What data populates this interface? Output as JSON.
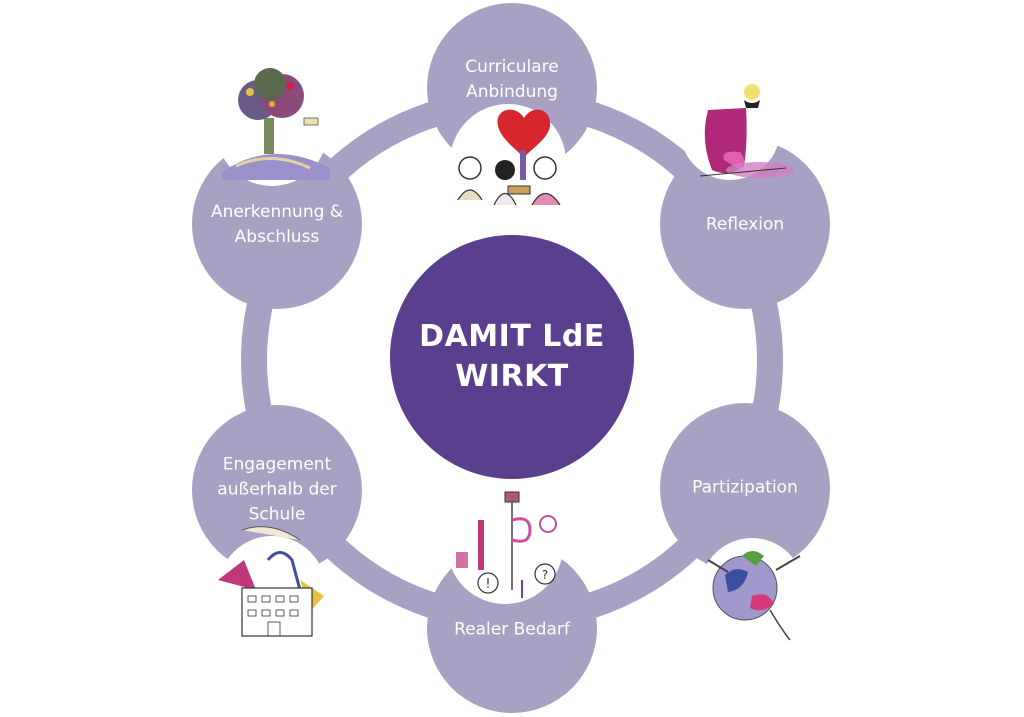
{
  "center": {
    "title": "DAMIT LdE\nWIRKT"
  },
  "nodes": [
    {
      "id": "curriculare-anbindung",
      "label": "Curriculare\nAnbindung",
      "icon": "heart-group-illustration"
    },
    {
      "id": "reflexion",
      "label": "Reflexion",
      "icon": "thinking-figure-illustration"
    },
    {
      "id": "partizipation",
      "label": "Partizipation",
      "icon": "painted-globe-illustration"
    },
    {
      "id": "realer-bedarf",
      "label": "Realer Bedarf",
      "icon": "question-machine-illustration"
    },
    {
      "id": "engagement",
      "label": "Engagement\naußerhalb der\nSchule",
      "icon": "school-building-illustration"
    },
    {
      "id": "anerkennung",
      "label": "Anerkennung &\nAbschluss",
      "icon": "tree-globe-illustration"
    }
  ],
  "colors": {
    "center_fill": "#5b3f8f",
    "node_fill": "#a9a1c4",
    "ring": "#a9a1c4",
    "text": "#ffffff"
  }
}
